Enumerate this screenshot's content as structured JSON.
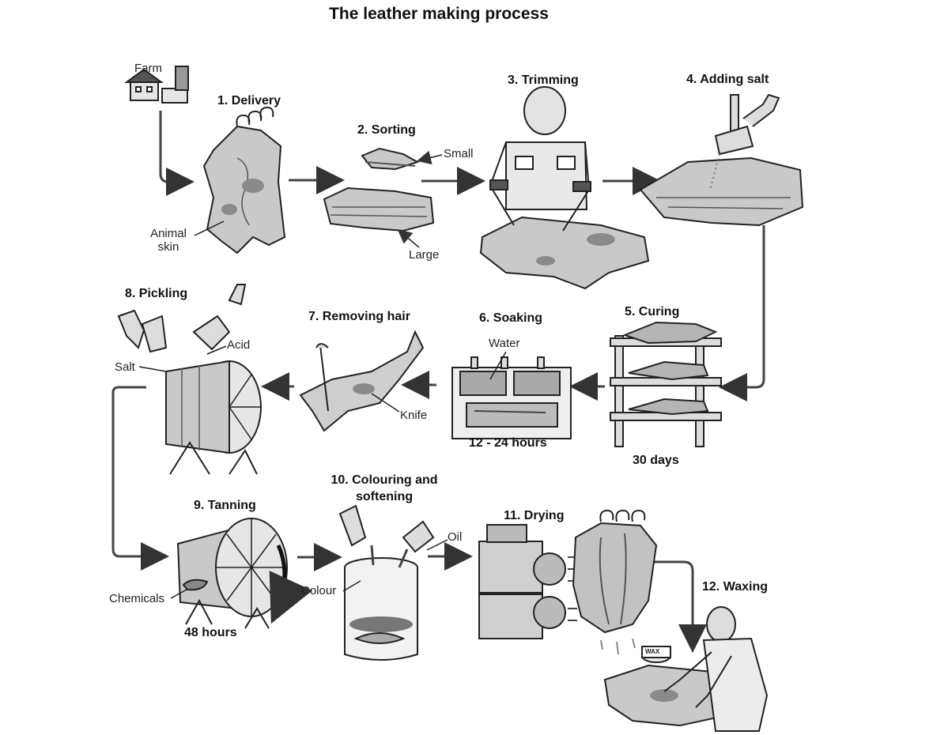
{
  "title": "The leather making process",
  "steps": [
    {
      "number": "1",
      "name": "Delivery",
      "label": "1. Delivery"
    },
    {
      "number": "2",
      "name": "Sorting",
      "label": "2. Sorting"
    },
    {
      "number": "3",
      "name": "Trimming",
      "label": "3. Trimming"
    },
    {
      "number": "4",
      "name": "Adding salt",
      "label": "4. Adding salt"
    },
    {
      "number": "5",
      "name": "Curing",
      "label": "5. Curing"
    },
    {
      "number": "6",
      "name": "Soaking",
      "label": "6. Soaking"
    },
    {
      "number": "7",
      "name": "Removing hair",
      "label": "7. Removing hair"
    },
    {
      "number": "8",
      "name": "Pickling",
      "label": "8. Pickling"
    },
    {
      "number": "9",
      "name": "Tanning",
      "label": "9. Tanning"
    },
    {
      "number": "10",
      "name": "Colouring and softening",
      "label_line1": "10. Colouring and",
      "label_line2": "softening"
    },
    {
      "number": "11",
      "name": "Drying",
      "label": "11. Drying"
    },
    {
      "number": "12",
      "name": "Waxing",
      "label": "12. Waxing"
    }
  ],
  "labels": {
    "farm": "Farm",
    "animal_skin_line1": "Animal",
    "animal_skin_line2": "skin",
    "small": "Small",
    "large": "Large",
    "water": "Water",
    "knife": "Knife",
    "acid": "Acid",
    "salt": "Salt",
    "chemicals": "Chemicals",
    "colour": "Colour",
    "oil": "Oil",
    "wax": "WAX"
  },
  "durations": {
    "curing": "30 days",
    "soaking": "12 - 24 hours",
    "tanning": "48 hours"
  },
  "colors": {
    "ink": "#222222",
    "skin_fill": "#bdbdbd",
    "skin_spots": "#8a8a8a",
    "metal": "#d9d9d9"
  }
}
